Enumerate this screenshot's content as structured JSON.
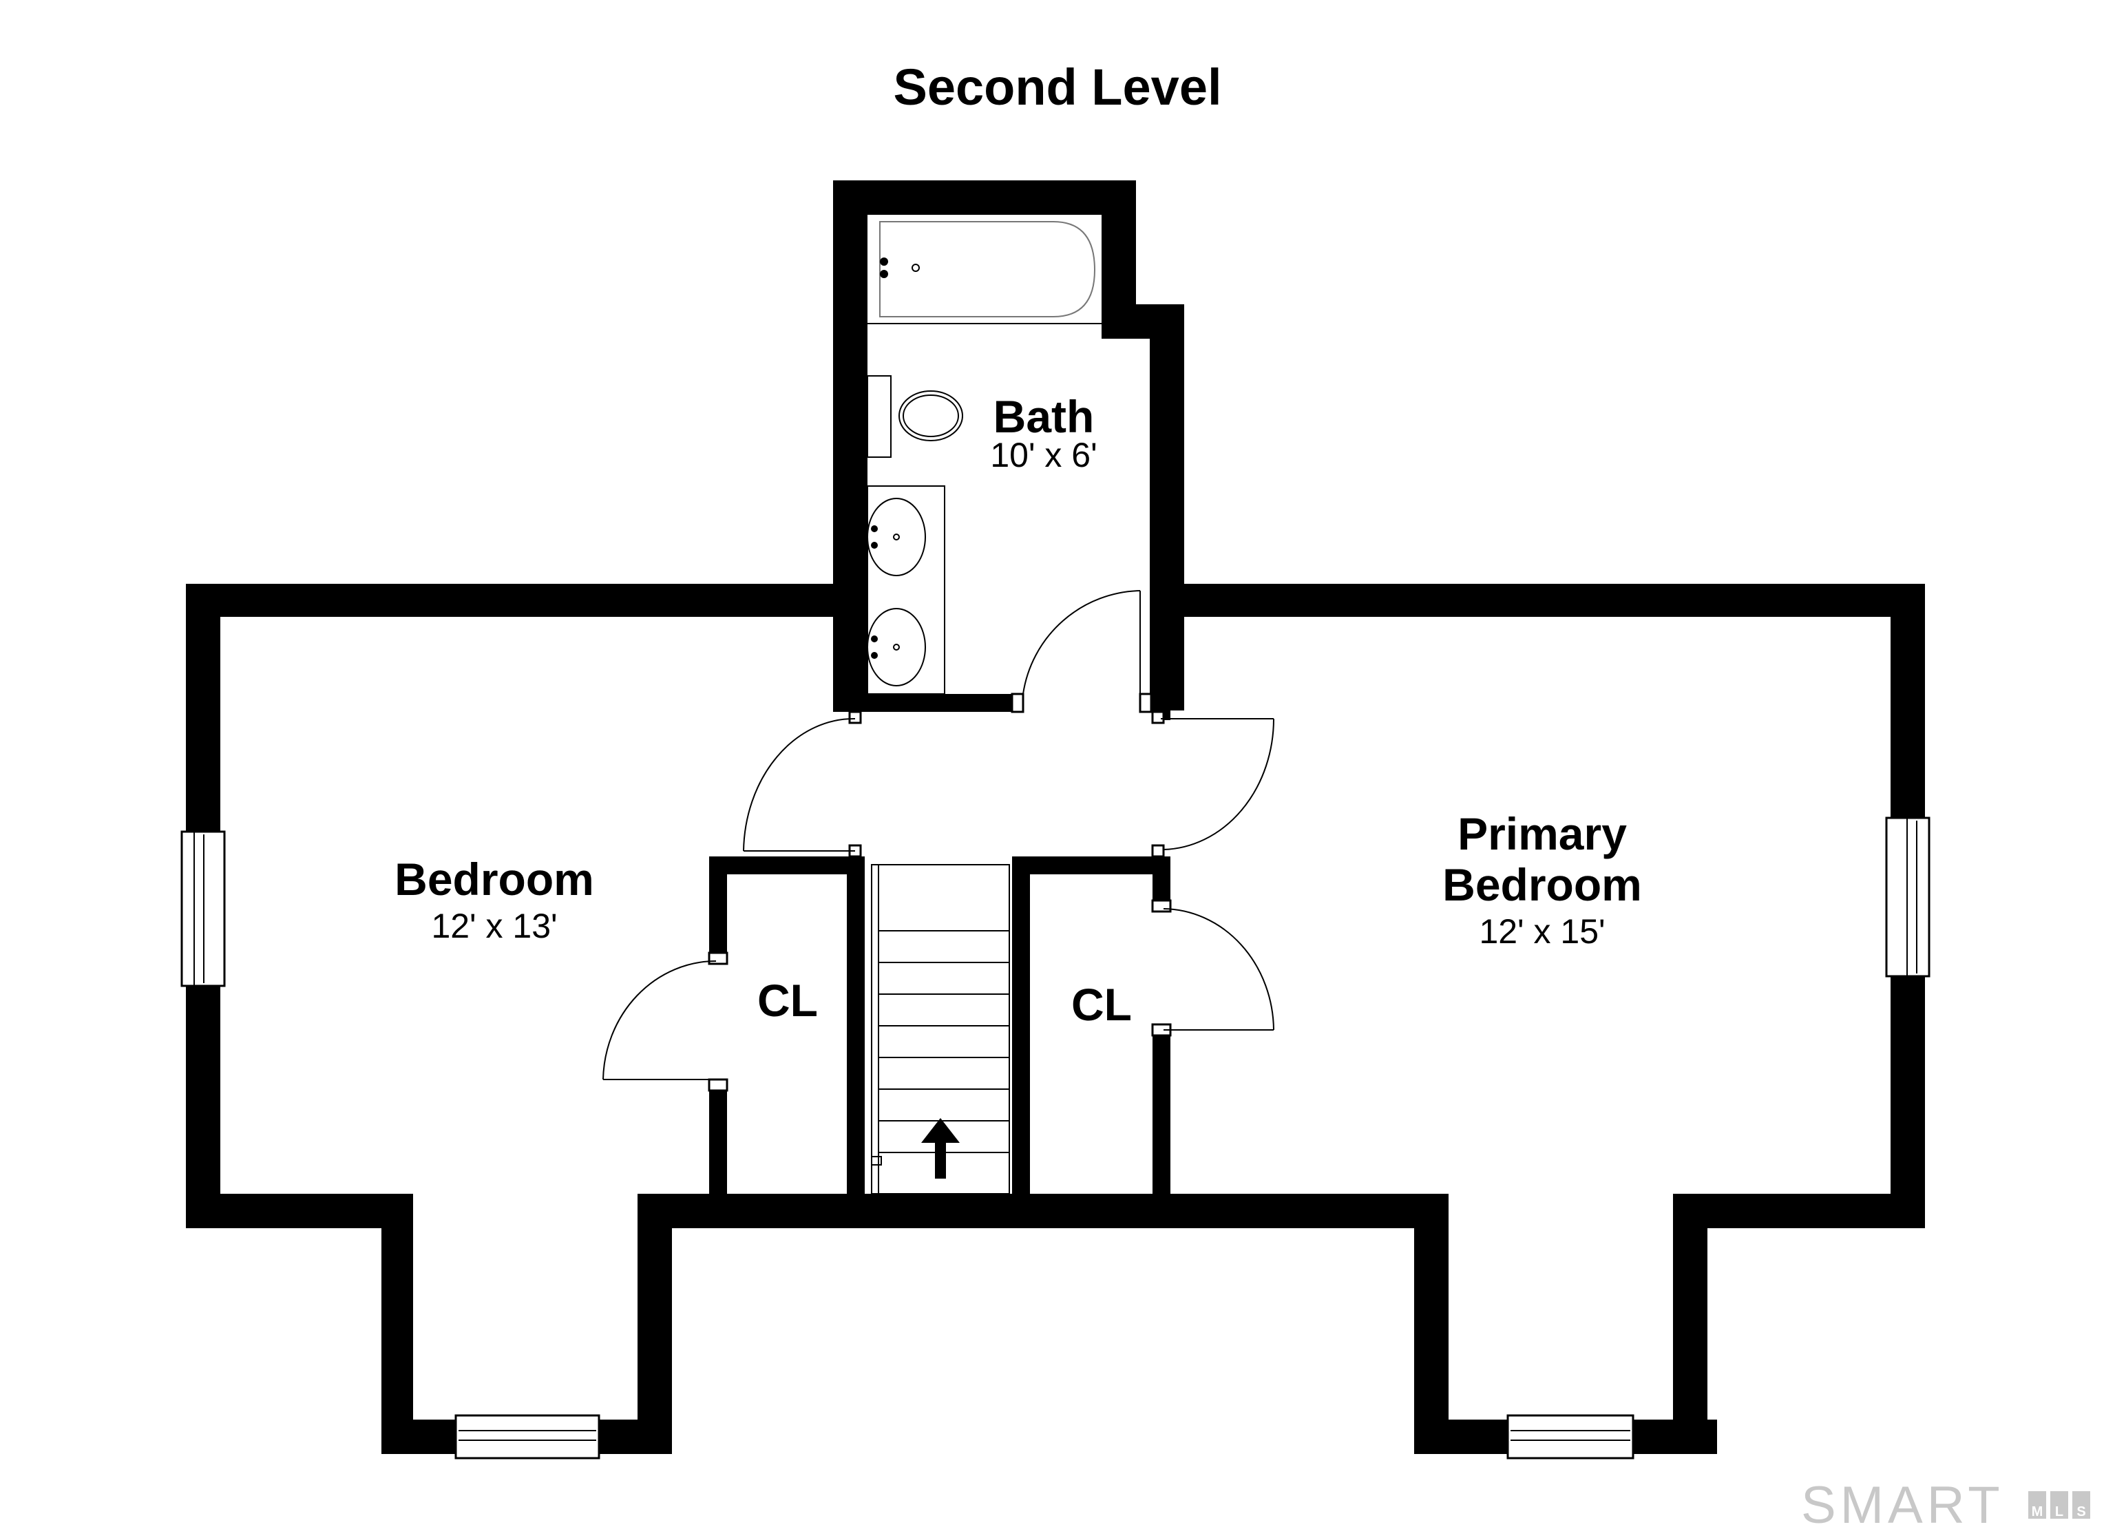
{
  "title": "Second Level",
  "rooms": {
    "bath": {
      "name": "Bath",
      "dims": "10' x 6'"
    },
    "bedroom": {
      "name": "Bedroom",
      "dims": "12' x 13'"
    },
    "primary_bedroom": {
      "name_line1": "Primary",
      "name_line2": "Bedroom",
      "dims": "12' x 15'"
    },
    "closet_left": {
      "name": "CL"
    },
    "closet_right": {
      "name": "CL"
    }
  },
  "logo": {
    "text": "SMART",
    "badge": [
      "M",
      "L",
      "S"
    ]
  }
}
